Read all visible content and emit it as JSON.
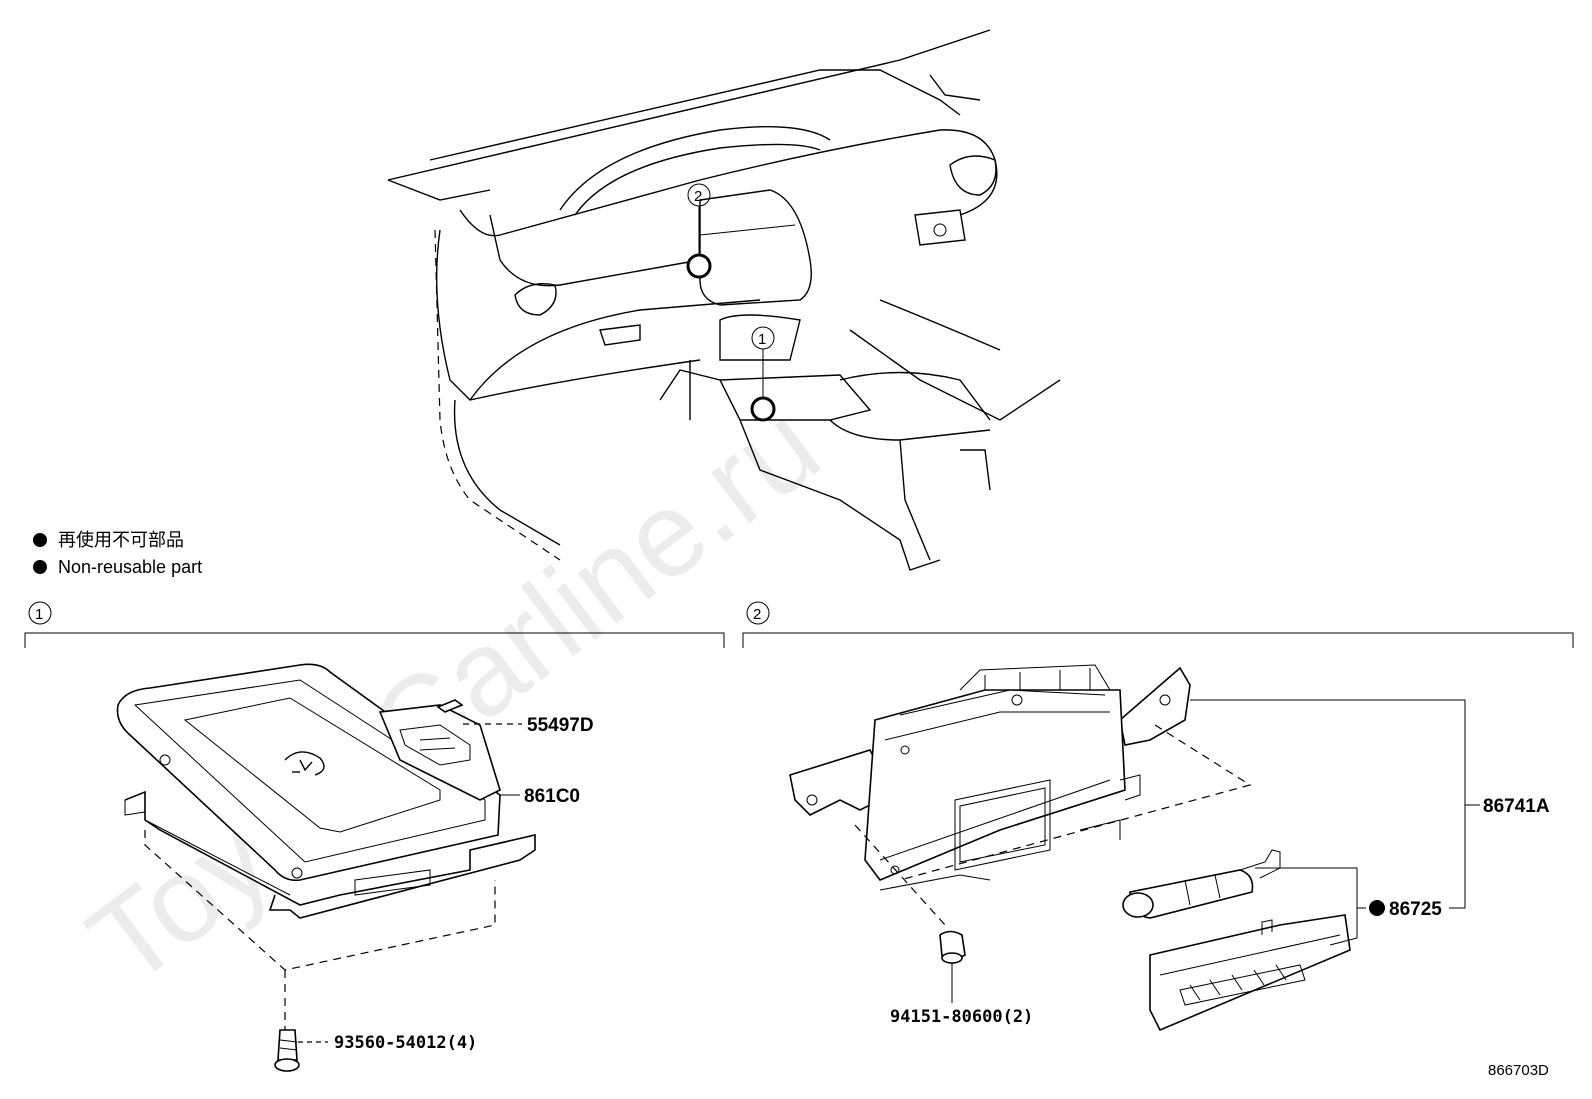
{
  "watermark": "ToyotaCarline.ru",
  "legend": {
    "line1": "再使用不可部品",
    "line2": "Non-reusable part"
  },
  "callouts": {
    "one": "1",
    "two": "2"
  },
  "parts": {
    "p55497D": "55497D",
    "p861C0": "861C0",
    "p93560": "93560-54012(4)",
    "p86741A": "86741A",
    "p86725": "86725",
    "p94151": "94151-80600(2)"
  },
  "diagram_code": "866703D"
}
